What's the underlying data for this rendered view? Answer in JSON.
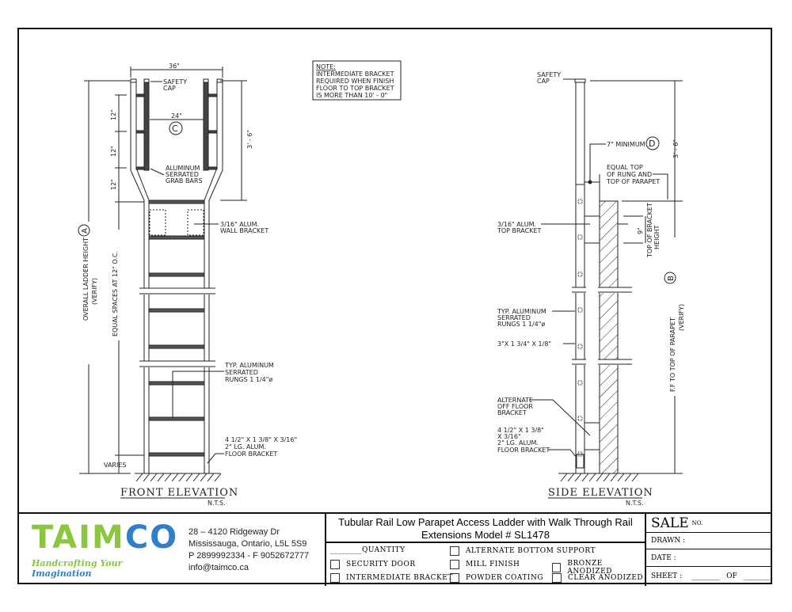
{
  "note": {
    "heading": "NOTE:",
    "lines": [
      "INTERMEDIATE BRACKET",
      "REQUIRED WHEN FINISH",
      "FLOOR TO TOP BRACKET",
      "IS MORE THAN 10' - 0\""
    ]
  },
  "front": {
    "title": "FRONT ELEVATION",
    "scale": "N.T.S.",
    "dim_width": "36\"",
    "dim_inner": "24\"",
    "callout_c": "C",
    "callout_a": "A",
    "dim_12": [
      "12\"",
      "12\"",
      "12\""
    ],
    "dim_height_ext": "3' - 6\"",
    "overall": "OVERALL LADDER HEIGHT",
    "verify": "(VERIFY)",
    "equal_spaces": "EQUAL SPACES AT 12\" O.C.",
    "varies": "VARIES",
    "safety_cap": [
      "SAFETY",
      "CAP"
    ],
    "grab_bars": [
      "ALUMINUM",
      "SERRATED",
      "GRAB BARS"
    ],
    "wall_bracket": [
      "3/16\"  ALUM.",
      "WALL BRACKET"
    ],
    "rungs": [
      "TYP. ALUMINUM",
      "SERRATED",
      "RUNGS 1 1/4\"ø"
    ],
    "floor_bracket": [
      "4 1/2\" X 1 3/8\" X 3/16\"",
      "2\" LG. ALUM.",
      "FLOOR BRACKET"
    ]
  },
  "side": {
    "title": "SIDE ELEVATION",
    "scale": "N.T.S.",
    "safety_cap": [
      "SAFETY",
      "CAP"
    ],
    "minimum": "7\" MINIMUM",
    "callout_d": "D",
    "callout_b": "B",
    "equal_top": [
      "EQUAL TOP",
      "OF RUNG AND",
      "TOP OF PARAPET"
    ],
    "top_bracket": [
      "3/16\" ALUM.",
      "TOP BRACKET"
    ],
    "dim_9": "9\"",
    "bracket_height": [
      "TOP OF BRACKET",
      "HEIGHT"
    ],
    "dim_ext": "3' - 6\"",
    "ff": "F.F TO TOP OF PARAPET",
    "verify": "(VERIFY)",
    "rungs": [
      "TYP. ALUMINUM",
      "SERRATED",
      "RUNGS 1 1/4\"ø"
    ],
    "rail_size": "3\"X 1 3/4\" X 1/8\"",
    "alt_bracket": [
      "ALTERNATE",
      "OFF FLOOR",
      "BRACKET"
    ],
    "floor_bracket": [
      "4 1/2\" X 1 3/8\"",
      "X 3/16\"",
      "2\" LG. ALUM.",
      "FLOOR BRACKET"
    ]
  },
  "company": {
    "logo_green": "TAIM",
    "logo_blue": "CO",
    "tag_green": "Handcrafting Your ",
    "tag_blue": "Imagination",
    "address": [
      "28 – 4120 Ridgeway Dr",
      "Mississauga, Ontario, L5L 5S9",
      "P 2899992334 - F 9052672777",
      "info@taimco.ca"
    ]
  },
  "titleblock": {
    "title_line1": "Tubular Rail Low Parapet Access Ladder with Walk Through Rail",
    "title_line2": "Extensions Model # SL1478",
    "quantity": "________QUANTITY",
    "options": [
      "SECURITY DOOR",
      "INTERMEDIATE BRACKET",
      "ALTERNATE BOTTOM SUPPORT",
      "MILL FINISH",
      "POWDER COATING",
      "BRONZE ANODIZED",
      "CLEAR ANODIZED"
    ],
    "sale": "SALE",
    "no": "NO.",
    "drawn": "DRAWN :",
    "date": "DATE :",
    "sheet": "SHEET :",
    "of": "OF"
  }
}
